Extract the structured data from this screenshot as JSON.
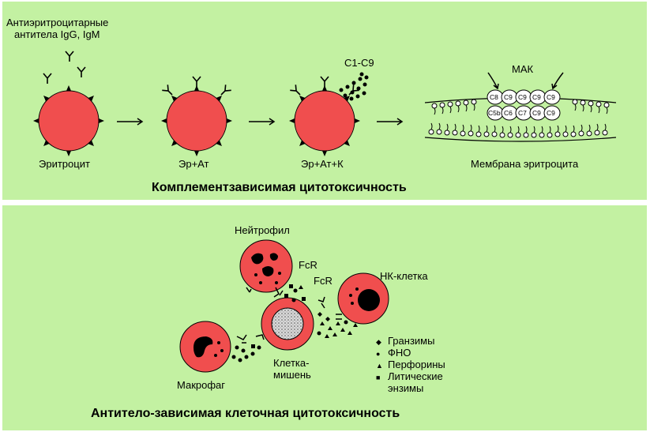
{
  "top": {
    "antibodies_label_line1": "Антиэритроцитарные",
    "antibodies_label_line2": "антитела IgG, IgM",
    "stage1": "Эритроцит",
    "stage2": "Эр+Ат",
    "stage3": "Эр+Ат+К",
    "complement": "С1-С9",
    "mak": "МАК",
    "membrane": "Мембрана эритроцита",
    "caption": "Комплементзависимая  цитотоксичность",
    "mac_top": [
      "C8",
      "C9",
      "C9",
      "C9",
      "C9"
    ],
    "mac_bottom": [
      "C5b",
      "C6",
      "C7",
      "C9",
      "C9"
    ]
  },
  "bottom": {
    "neutrophil": "Нейтрофил",
    "fcr1": "FcR",
    "fcr2": "FcR",
    "nk": "НК-клетка",
    "target_line1": "Клетка-",
    "target_line2": "мишень",
    "macrophage": "Макрофаг",
    "legend": [
      {
        "symbol": "◆",
        "text": "Гранзимы"
      },
      {
        "symbol": "●",
        "text": "ФНО"
      },
      {
        "symbol": "▲",
        "text": "Перфорины"
      },
      {
        "symbol": "■",
        "text": "Литические"
      },
      {
        "symbol": "",
        "text": "энзимы"
      }
    ],
    "caption": "Антитело-зависимая клеточная цитотоксичность"
  },
  "colors": {
    "panel": "#c3f1a2",
    "cell": "#f04e4e",
    "ink": "#000000"
  }
}
